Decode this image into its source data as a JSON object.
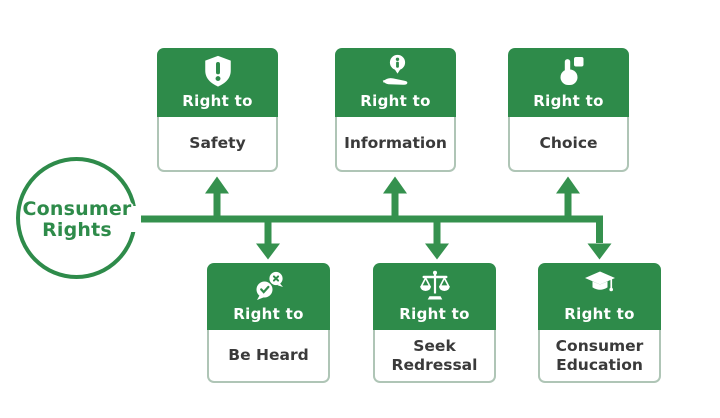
{
  "circle": {
    "line1": "Consumer",
    "line2": "Rights"
  },
  "colors": {
    "green": "#2e8b4a",
    "connector": "#35914e",
    "card_border": "#afc5b6",
    "text_dark": "#3a3a3a"
  },
  "cards": [
    {
      "id": "safety",
      "header": "Right to",
      "label": "Safety",
      "icon": "shield-exclamation-icon",
      "row": "top"
    },
    {
      "id": "information",
      "header": "Right to",
      "label": "Information",
      "icon": "info-hand-icon",
      "row": "top"
    },
    {
      "id": "choice",
      "header": "Right to",
      "label": "Choice",
      "icon": "tap-choice-icon",
      "row": "top"
    },
    {
      "id": "be-heard",
      "header": "Right to",
      "label": "Be Heard",
      "icon": "speech-bubbles-icon",
      "row": "bottom"
    },
    {
      "id": "seek-redressal",
      "header": "Right to",
      "label": "Seek Redressal",
      "icon": "justice-scale-icon",
      "row": "bottom"
    },
    {
      "id": "consumer-education",
      "header": "Right to",
      "label": "Consumer Education",
      "icon": "graduation-cap-icon",
      "row": "bottom"
    }
  ]
}
